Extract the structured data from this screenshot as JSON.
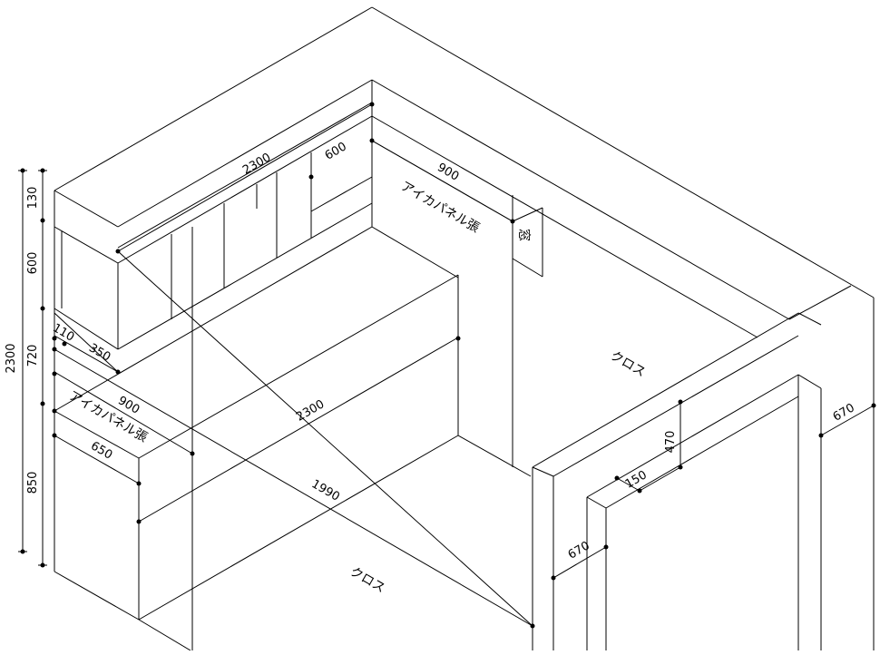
{
  "colors": {
    "line": "#000000",
    "background": "#ffffff"
  },
  "dimensions": {
    "v_total": "2300",
    "v_130": "130",
    "v_600": "600",
    "v_720": "720",
    "v_850": "850",
    "top_2300": "2300",
    "top_600": "600",
    "top_900": "900",
    "left_110": "110",
    "left_350": "350",
    "left_900": "900",
    "left_650": "650",
    "counter_2300": "2300",
    "floor_1990": "1990",
    "door_670_top": "670",
    "door_670_right": "670",
    "door_470": "470",
    "door_150": "150"
  },
  "notes": {
    "panel_upper": "アイカパネル張",
    "panel_lower": "アイカパネル張",
    "window": "窓",
    "cloth_wall": "クロス",
    "cloth_floor": "クロス"
  }
}
